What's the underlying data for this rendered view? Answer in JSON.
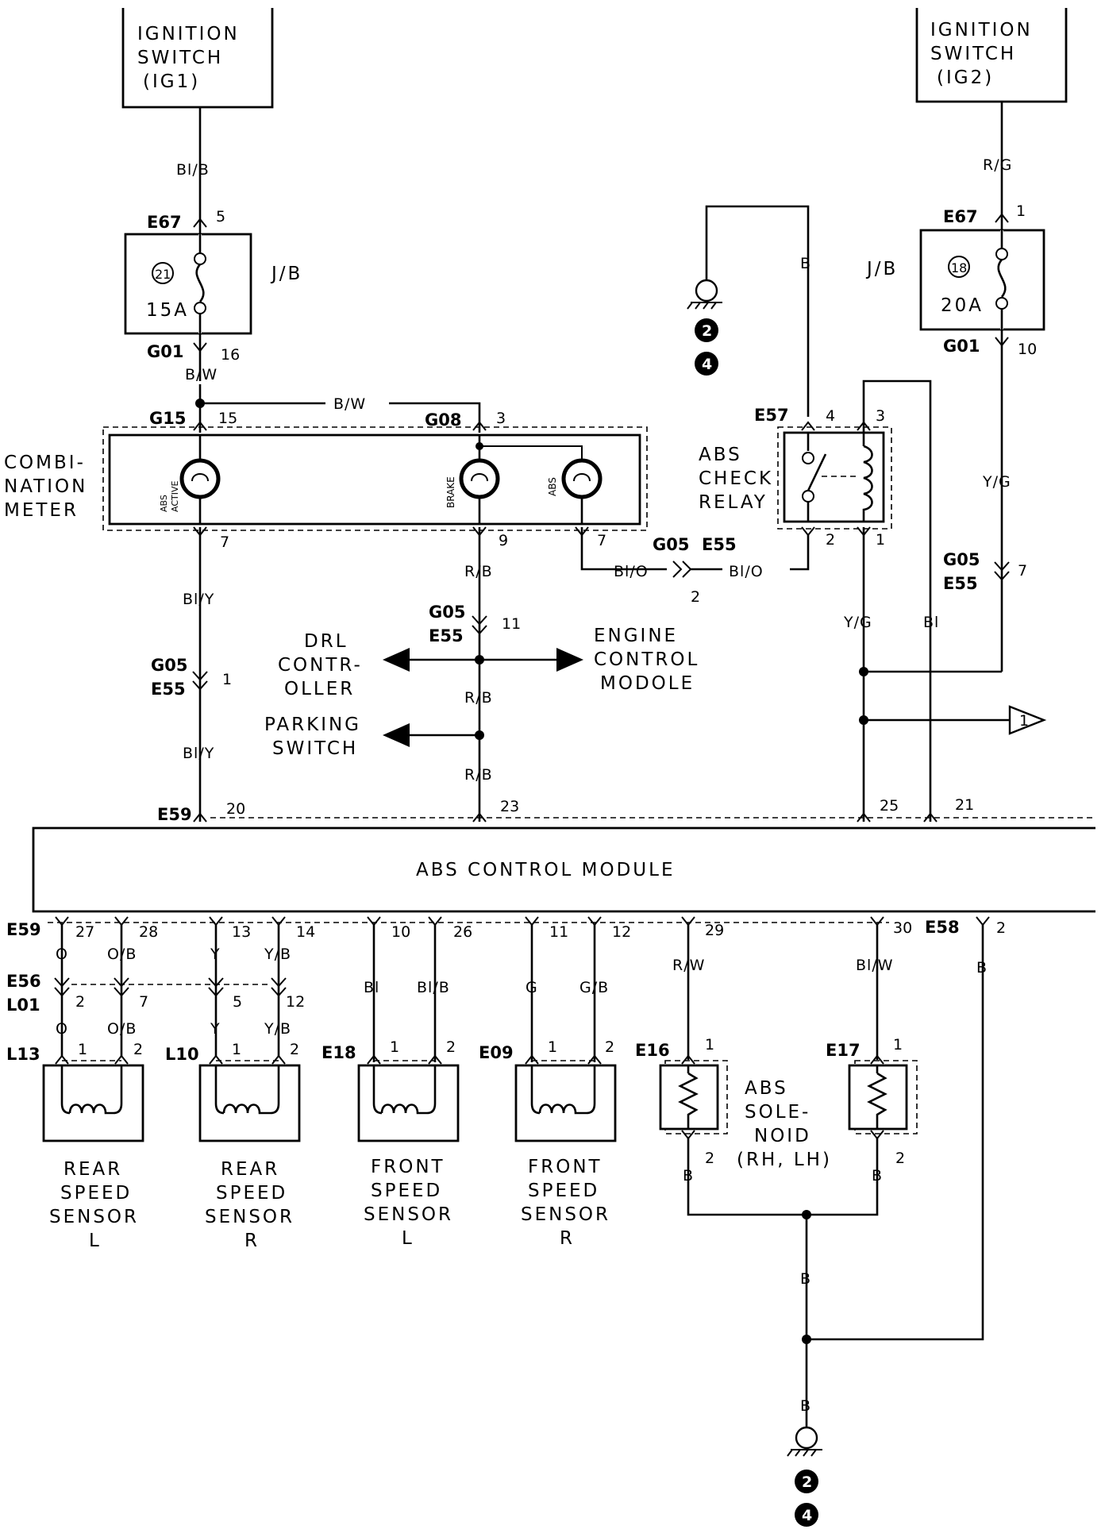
{
  "ign1": {
    "line1": "IGNITION",
    "line2": "SWITCH",
    "line3": "(IG1)"
  },
  "ign2": {
    "line1": "IGNITION",
    "line2": "SWITCH",
    "line3": "(IG2)"
  },
  "jb_label": "J/B",
  "fuse21": {
    "id": "21",
    "rating": "15A"
  },
  "fuse18": {
    "id": "18",
    "rating": "20A"
  },
  "meter": {
    "line1": "COMBI-",
    "line2": "NATION",
    "line3": "METER",
    "abs_active_1": "ABS",
    "abs_active_2": "ACTIVE",
    "brake": "BRAKE",
    "abs": "ABS"
  },
  "relay": {
    "line1": "ABS",
    "line2": "CHECK",
    "line3": "RELAY"
  },
  "drl": {
    "line1": "DRL",
    "line2": "CONTR-",
    "line3": "OLLER"
  },
  "ecm": {
    "line1": "ENGINE",
    "line2": "CONTROL",
    "line3": "MODOLE"
  },
  "parking": {
    "line1": "PARKING",
    "line2": "SWITCH"
  },
  "module_label": "ABS CONTROL MODULE",
  "solenoid": {
    "line1": "ABS",
    "line2": "SOLE-",
    "line3": "NOID",
    "line4": "(RH, LH)"
  },
  "sensors": {
    "rear_l": {
      "line1": "REAR",
      "line2": "SPEED",
      "line3": "SENSOR",
      "line4": "L"
    },
    "rear_r": {
      "line1": "REAR",
      "line2": "SPEED",
      "line3": "SENSOR",
      "line4": "R"
    },
    "front_l": {
      "line1": "FRONT",
      "line2": "SPEED",
      "line3": "SENSOR",
      "line4": "L"
    },
    "front_r": {
      "line1": "FRONT",
      "line2": "SPEED",
      "line3": "SENSOR",
      "line4": "R"
    }
  },
  "ground_refs": [
    "2",
    "4"
  ],
  "offpage_ref": "1",
  "connectors": {
    "e67": "E67",
    "g01": "G01",
    "g15": "G15",
    "g08": "G08",
    "g05": "G05",
    "e55": "E55",
    "e57": "E57",
    "e59": "E59",
    "e58": "E58",
    "e56": "E56",
    "l01": "L01",
    "l13": "L13",
    "l10": "L10",
    "e18": "E18",
    "e09": "E09",
    "e16": "E16",
    "e17": "E17"
  },
  "wires": {
    "bl_b": "Bl/B",
    "b_w": "B/W",
    "bl_y": "Bl/Y",
    "r_b": "R/B",
    "bl_o": "Bl/O",
    "b": "B",
    "r_g": "R/G",
    "y_g": "Y/G",
    "bl": "Bl",
    "o": "O",
    "o_b": "O/B",
    "y": "Y",
    "y_b": "Y/B",
    "g": "G",
    "g_b": "G/B",
    "bl_b2": "Bl/B",
    "r_w": "R/W",
    "bl_w": "Bl/W"
  },
  "pins": {
    "p5": "5",
    "p16": "16",
    "p15": "15",
    "p3": "3",
    "p7": "7",
    "p9": "9",
    "p11": "11",
    "p1": "1",
    "p2": "2",
    "p4": "4",
    "p10": "10",
    "p20": "20",
    "p23": "23",
    "p25": "25",
    "p21": "21",
    "p27": "27",
    "p28": "28",
    "p13": "13",
    "p14": "14",
    "p26": "26",
    "p12": "12",
    "p29": "29",
    "p30": "30"
  }
}
